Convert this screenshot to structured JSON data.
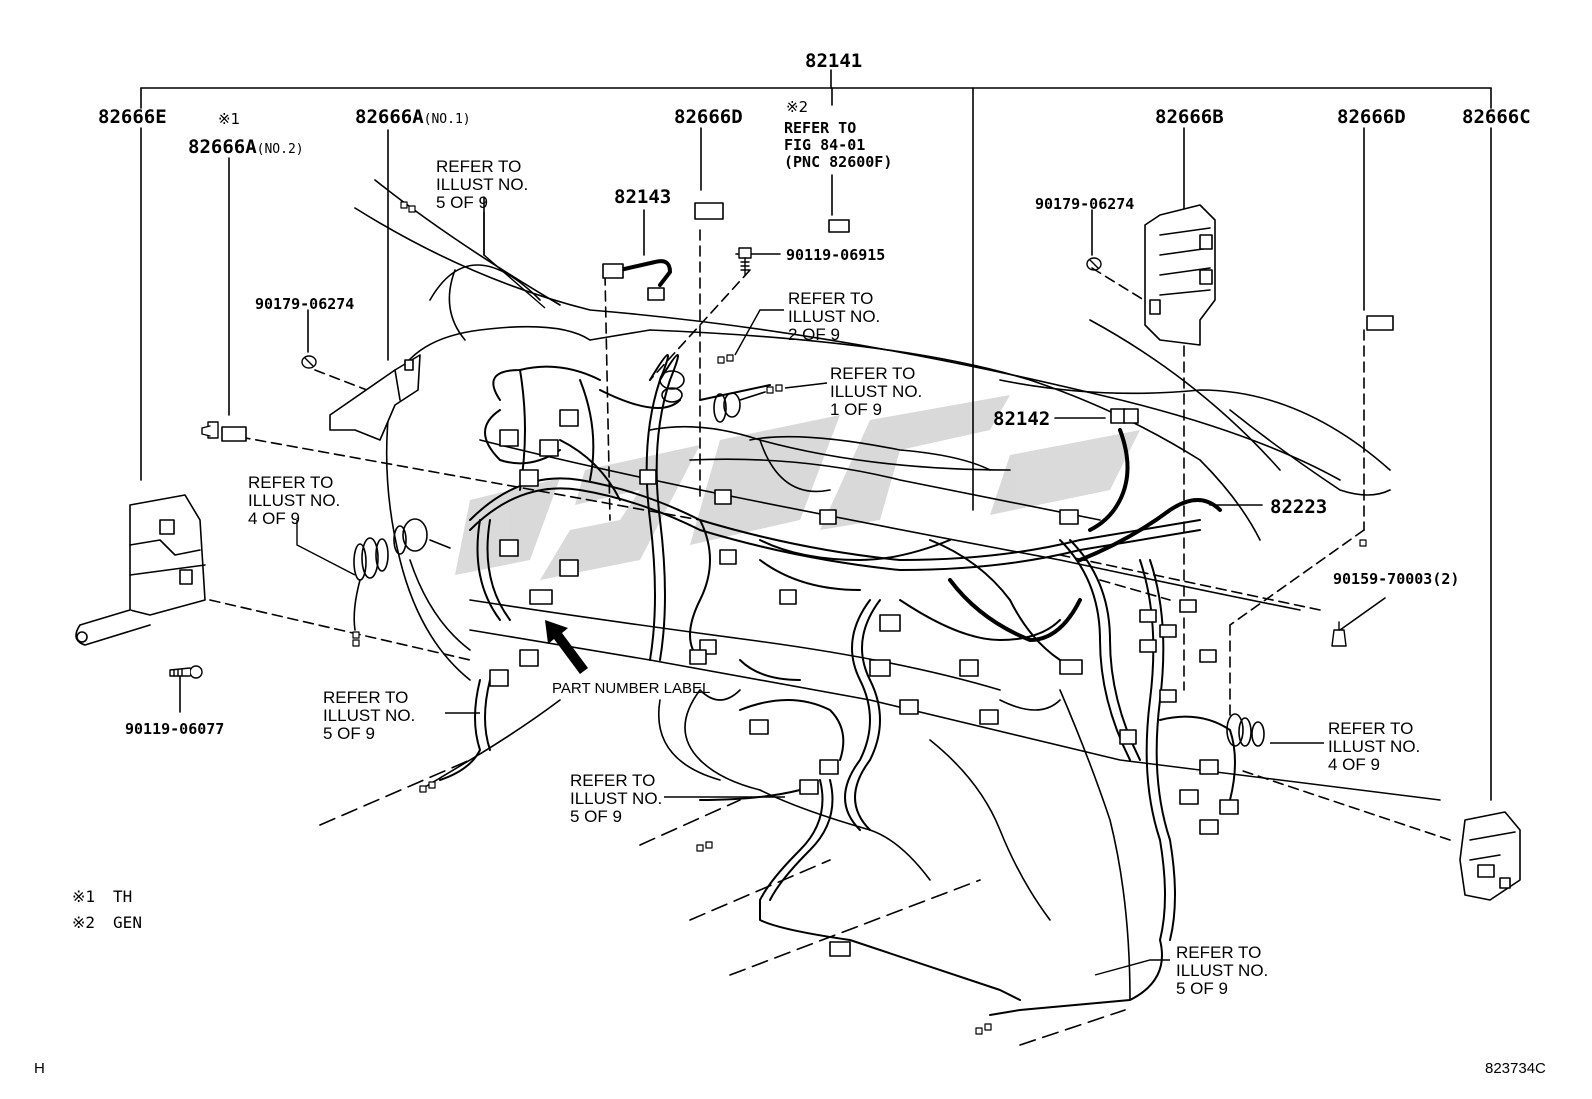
{
  "main_part": "82141",
  "parts": {
    "p82666E": "82666E",
    "p82666A_no1": "82666A",
    "p82666A_no1_qual": "(NO.1)",
    "p82666A_no2": "82666A",
    "p82666A_no2_qual": "(NO.2)",
    "p82666D_1": "82666D",
    "p82666B": "82666B",
    "p82666D_2": "82666D",
    "p82666C": "82666C",
    "p82143": "82143",
    "p82142": "82142",
    "p82223": "82223",
    "p90119_06915": "90119-06915",
    "p90179_06274_a": "90179-06274",
    "p90179_06274_b": "90179-06274",
    "p90159_70003": "90159-70003",
    "p90159_70003_qty": "(2)",
    "p90119_06077": "90119-06077"
  },
  "marks": {
    "mark1": "※1",
    "mark2": "※2"
  },
  "fig_note": {
    "line1": "REFER TO",
    "line2": "FIG 84-01",
    "line3": "(PNC 82600F)"
  },
  "refer_labels": [
    {
      "l1": "REFER TO",
      "l2": "ILLUST NO.",
      "l3": "5 OF 9"
    },
    {
      "l1": "REFER TO",
      "l2": "ILLUST NO.",
      "l3": "2 OF 9"
    },
    {
      "l1": "REFER TO",
      "l2": "ILLUST NO.",
      "l3": "1 OF 9"
    },
    {
      "l1": "REFER TO",
      "l2": "ILLUST NO.",
      "l3": "4 OF 9"
    },
    {
      "l1": "REFER TO",
      "l2": "ILLUST NO.",
      "l3": "5 OF 9"
    },
    {
      "l1": "REFER TO",
      "l2": "ILLUST NO.",
      "l3": "5 OF 9"
    },
    {
      "l1": "REFER TO",
      "l2": "ILLUST NO.",
      "l3": "4 OF 9"
    },
    {
      "l1": "REFER TO",
      "l2": "ILLUST NO.",
      "l3": "5 OF 9"
    }
  ],
  "part_number_label": "PART NUMBER LABEL",
  "legend": [
    {
      "sym": "※1",
      "text": "TH"
    },
    {
      "sym": "※2",
      "text": "GEN"
    }
  ],
  "corner_left": "H",
  "corner_right": "823734C"
}
